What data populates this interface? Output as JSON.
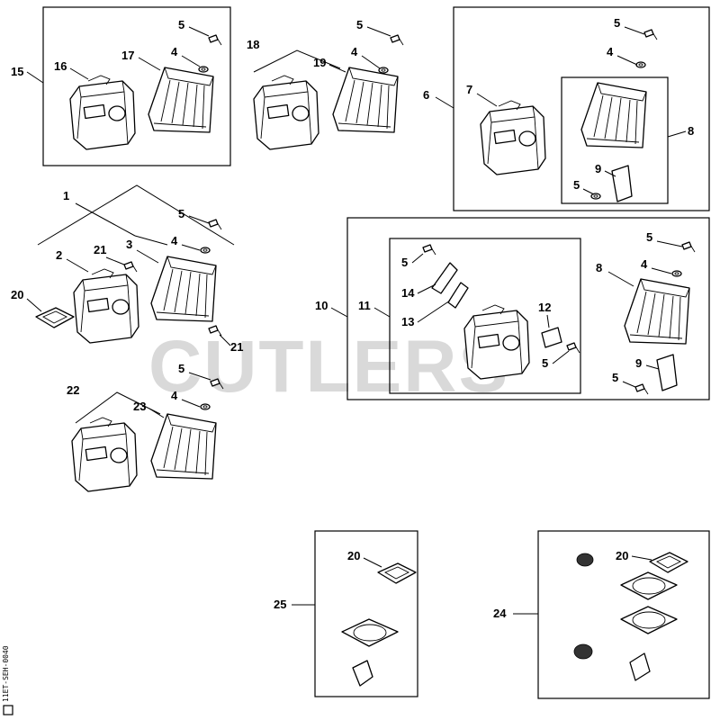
{
  "watermark": "CUTLERS",
  "drawing_code": "11ET-SEH-0040",
  "callouts": {
    "c15": "15",
    "c16": "16",
    "c17": "17",
    "c5a": "5",
    "c4a": "4",
    "c18": "18",
    "c19": "19",
    "c5b": "5",
    "c4b": "4",
    "c6": "6",
    "c7": "7",
    "c8a": "8",
    "c9a": "9",
    "c5c": "5",
    "c4c": "4",
    "c5d": "5",
    "c1": "1",
    "c2": "2",
    "c3": "3",
    "c21a": "21",
    "c21b": "21",
    "c20a": "20",
    "c5e": "5",
    "c4e": "4",
    "c22": "22",
    "c23": "23",
    "c5f": "5",
    "c4f": "4",
    "c10": "10",
    "c11": "11",
    "c14": "14",
    "c13": "13",
    "c12": "12",
    "c5g": "5",
    "c5h": "5",
    "c8b": "8",
    "c9b": "9",
    "c5i": "5",
    "c4i": "4",
    "c5j": "5",
    "c25": "25",
    "c20b": "20",
    "c24": "24",
    "c20c": "20"
  }
}
